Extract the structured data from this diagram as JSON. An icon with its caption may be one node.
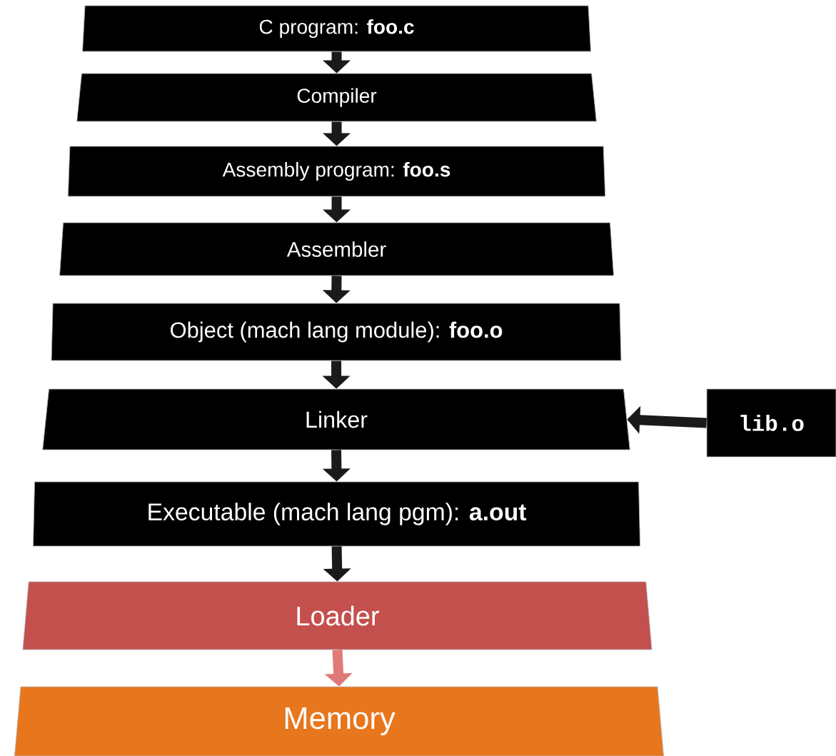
{
  "diagram": {
    "nodes": [
      {
        "text": [
          "C program: **foo.c**"
        ]
      },
      {
        "text": [
          "Compiler"
        ]
      },
      {
        "text": [
          "Assembly program: **foo.s**"
        ]
      },
      {
        "text": [
          "Assembler"
        ]
      },
      {
        "text": [
          "Object (mach lang module): **foo.o**"
        ]
      },
      {
        "text": [
          "Linker"
        ]
      },
      {
        "text": [
          "Executable (mach lang pgm): **a.out**"
        ]
      },
      {
        "text": [
          "Loader"
        ]
      },
      {
        "text": [
          "Memory"
        ]
      },
      {
        "text": [
          "lib.o"
        ]
      }
    ],
    "edges": [
      {
        "from": 0,
        "to": 1,
        "arrow": "to"
      },
      {
        "from": 1,
        "to": 2,
        "arrow": "to"
      },
      {
        "from": 2,
        "to": 3,
        "arrow": "to"
      },
      {
        "from": 3,
        "to": 4,
        "arrow": "to"
      },
      {
        "from": 4,
        "to": 5,
        "arrow": "to"
      },
      {
        "from": 5,
        "to": 6,
        "arrow": "to"
      },
      {
        "from": 6,
        "to": 7,
        "arrow": "to"
      },
      {
        "from": 7,
        "to": 8,
        "arrow": "to",
        "color": "#e07a78"
      },
      {
        "from": 9,
        "to": 5,
        "arrow": "to"
      }
    ]
  }
}
